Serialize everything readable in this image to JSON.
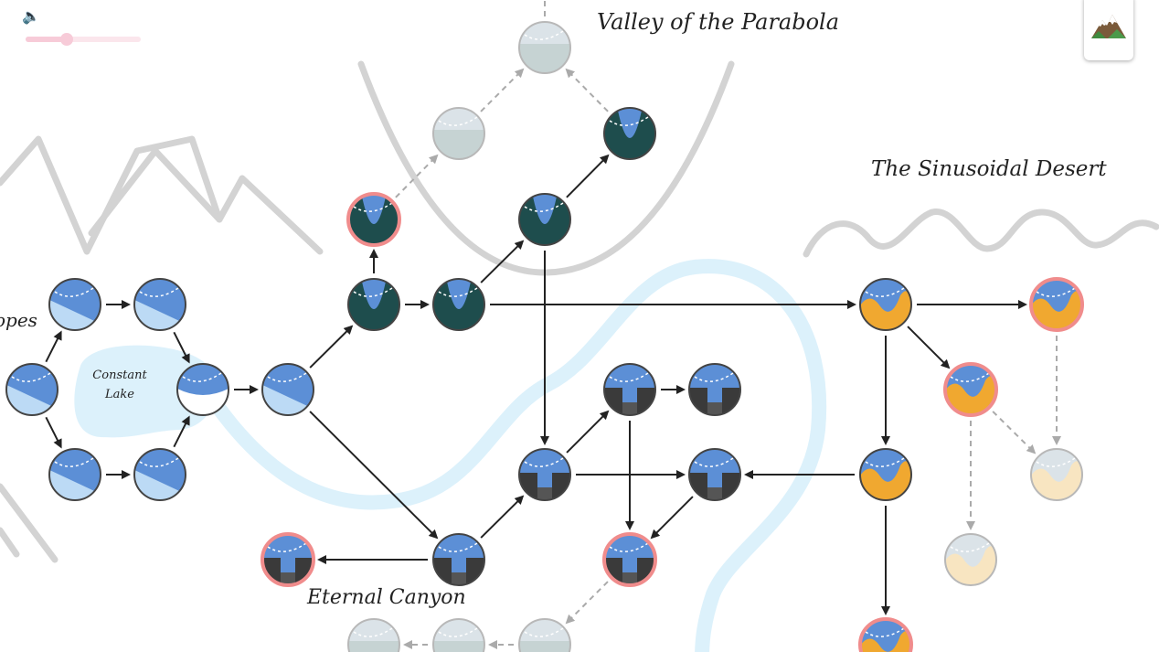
{
  "regions": {
    "parabola": "Valley of the Parabola",
    "sine": "The Sinusoidal Desert",
    "canyon": "Eternal Canyon",
    "slopes": "opes",
    "lake": "Constant Lake"
  },
  "controls": {
    "sound_icon": "speaker-icon",
    "volume_level": 0.36,
    "home_icon": "mountain-icon"
  },
  "colors": {
    "sky": "#5c8fd6",
    "ice": "#bcdaf5",
    "parabola_teal": "#1e4d4d",
    "canyon_dark": "#3a3a3a",
    "desert_orange": "#f0a830",
    "locked_grey": "#a8bcbc",
    "locked_sand": "#f5d8a0",
    "completed_ring": "#f08c8c",
    "river": "#dcf1fb",
    "scenery_grey": "#d0d0d0"
  },
  "levels": [
    {
      "id": "s1",
      "theme": "ice",
      "state": "open"
    },
    {
      "id": "s2",
      "theme": "ice",
      "state": "open"
    },
    {
      "id": "s3",
      "theme": "ice",
      "state": "open"
    },
    {
      "id": "s4",
      "theme": "ice",
      "state": "open"
    },
    {
      "id": "s5",
      "theme": "ice",
      "state": "open"
    },
    {
      "id": "s6",
      "theme": "snow",
      "state": "open"
    },
    {
      "id": "s7",
      "theme": "ice",
      "state": "open"
    },
    {
      "id": "p1",
      "theme": "teal",
      "state": "open"
    },
    {
      "id": "p2",
      "theme": "teal",
      "state": "open"
    },
    {
      "id": "p3",
      "theme": "teal",
      "state": "completed"
    },
    {
      "id": "p4",
      "theme": "locked-grey",
      "state": "locked"
    },
    {
      "id": "p5",
      "theme": "teal",
      "state": "open"
    },
    {
      "id": "p6",
      "theme": "teal",
      "state": "open"
    },
    {
      "id": "p7",
      "theme": "locked-grey",
      "state": "locked"
    },
    {
      "id": "c1",
      "theme": "canyon",
      "state": "open"
    },
    {
      "id": "c2",
      "theme": "canyon",
      "state": "open"
    },
    {
      "id": "c3",
      "theme": "canyon",
      "state": "open"
    },
    {
      "id": "c4",
      "theme": "canyon",
      "state": "open"
    },
    {
      "id": "c5",
      "theme": "canyon",
      "state": "open"
    },
    {
      "id": "c6",
      "theme": "canyon",
      "state": "completed"
    },
    {
      "id": "c7",
      "theme": "canyon",
      "state": "completed"
    },
    {
      "id": "c8",
      "theme": "locked-grey",
      "state": "locked"
    },
    {
      "id": "c9",
      "theme": "locked-grey",
      "state": "locked"
    },
    {
      "id": "c10",
      "theme": "locked-grey",
      "state": "locked"
    },
    {
      "id": "d1",
      "theme": "desert",
      "state": "open"
    },
    {
      "id": "d2",
      "theme": "desert",
      "state": "completed"
    },
    {
      "id": "d3",
      "theme": "desert",
      "state": "completed"
    },
    {
      "id": "d4",
      "theme": "desert",
      "state": "open"
    },
    {
      "id": "d5",
      "theme": "locked-sand",
      "state": "locked"
    },
    {
      "id": "d6",
      "theme": "locked-sand",
      "state": "locked"
    },
    {
      "id": "d7",
      "theme": "desert",
      "state": "completed"
    }
  ]
}
